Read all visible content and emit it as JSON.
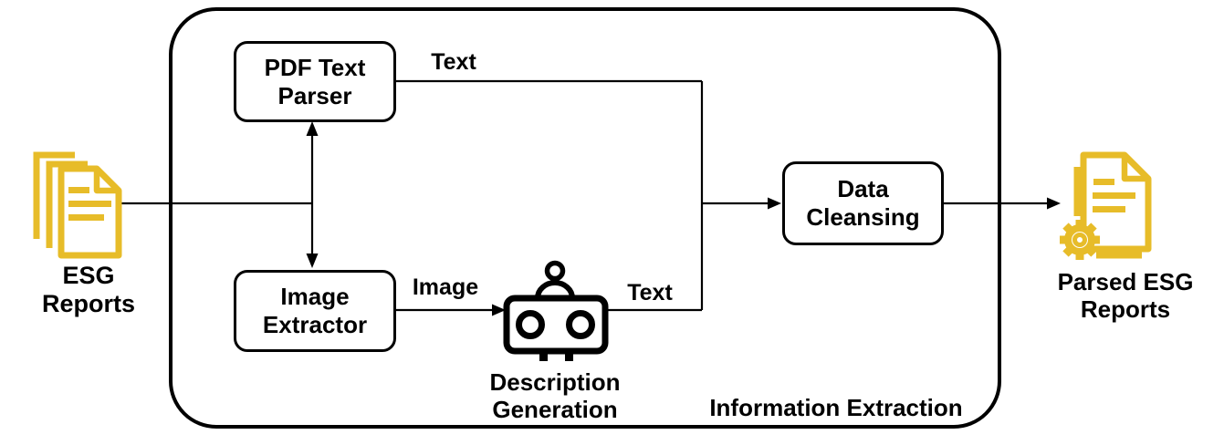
{
  "colors": {
    "accent_yellow": "#E7BC29",
    "line_black": "#000000",
    "background": "#FFFFFF"
  },
  "container": {
    "label": "Information Extraction"
  },
  "nodes": {
    "esg_reports": {
      "label": "ESG Reports",
      "icon": "stacked-documents-icon"
    },
    "pdf_text_parser": {
      "label": "PDF Text Parser"
    },
    "image_extractor": {
      "label": "Image Extractor"
    },
    "description_generation": {
      "label": "Description Generation",
      "icon": "robot-icon"
    },
    "data_cleansing": {
      "label": "Data Cleansing"
    },
    "parsed_esg_reports": {
      "label": "Parsed ESG Reports",
      "icon": "document-gear-icon"
    }
  },
  "edges": {
    "pdf_text_parser_output_label": "Text",
    "image_extractor_output_label": "Image",
    "description_generation_output_label": "Text"
  }
}
